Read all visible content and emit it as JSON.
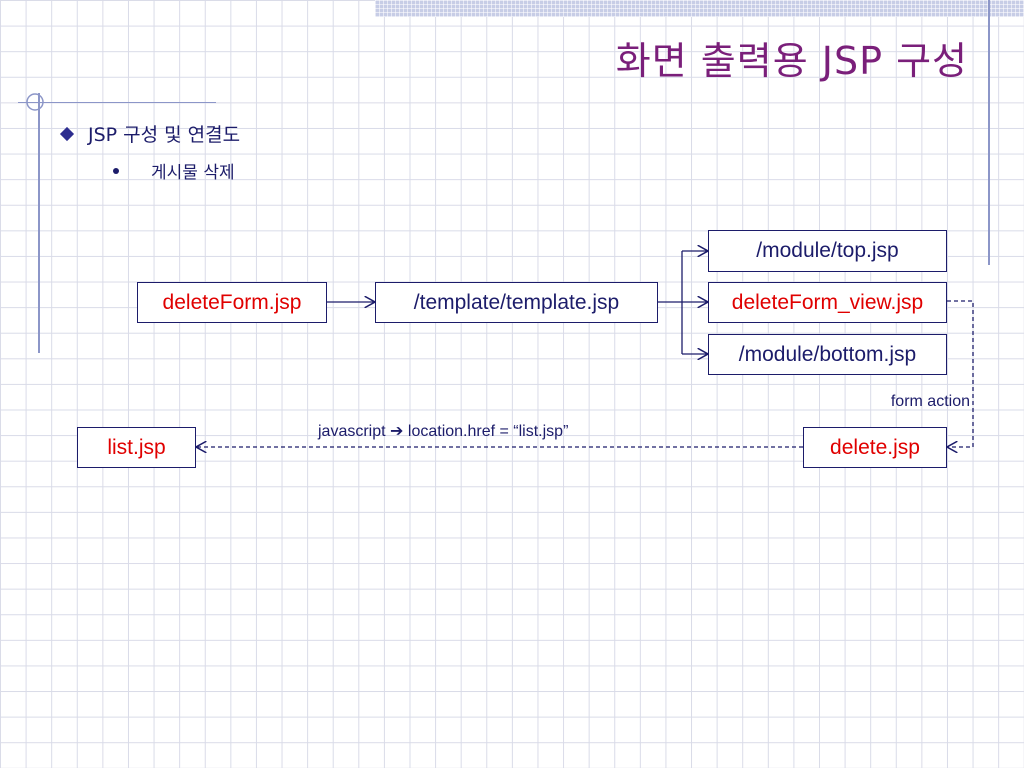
{
  "slide": {
    "title": "화면 출력용 JSP 구성"
  },
  "bullets": {
    "level1": "JSP 구성 및 연결도",
    "level2": "게시물 삭제"
  },
  "diagram": {
    "nodes": {
      "delete_form": "deleteForm.jsp",
      "template": "/template/template.jsp",
      "top": "/module/top.jsp",
      "delete_form_view": "deleteForm_view.jsp",
      "bottom": "/module/bottom.jsp",
      "delete": "delete.jsp",
      "list": "list.jsp"
    },
    "labels": {
      "form_action": "form action",
      "redirect_prefix": "javascript",
      "redirect_arrow": "➔",
      "redirect_suffix": "location.href = “list.jsp”"
    },
    "colors": {
      "highlight": "#e00000",
      "normal": "#1c1c6a",
      "title": "#7a1f7a"
    }
  }
}
